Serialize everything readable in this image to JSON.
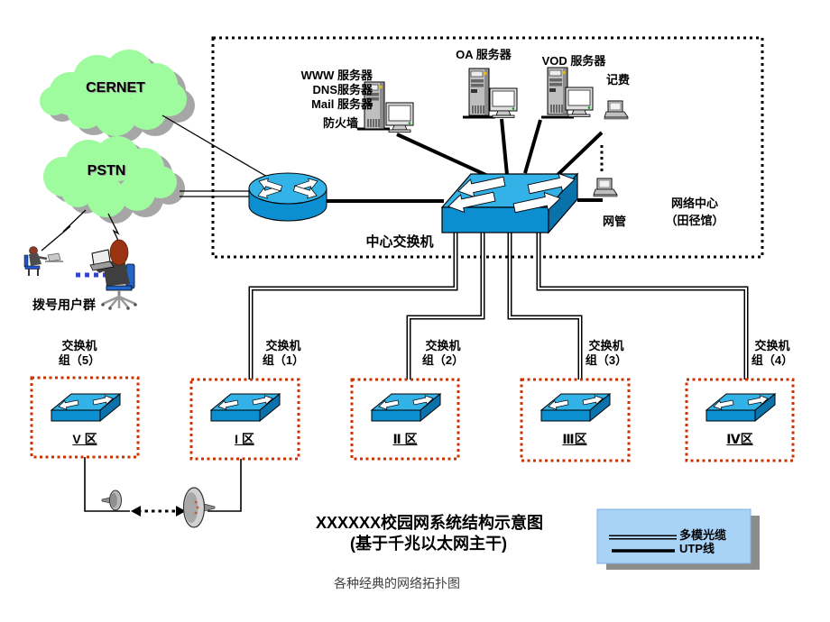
{
  "clouds": {
    "cernet": "CERNET",
    "pstn": "PSTN"
  },
  "center": {
    "www": "WWW 服务器",
    "dns": "DNS服务器",
    "mail": "Mail 服务器",
    "firewall": "防火墙",
    "oa": "OA 服务器",
    "vod": "VOD 服务器",
    "billing": "记费",
    "netmgmt": "网管",
    "core_switch": "中心交换机",
    "name_line1": "网络中心",
    "name_line2": "（田径馆）"
  },
  "dialup": {
    "label": "拨号用户群"
  },
  "groups": [
    {
      "line1": "交换机",
      "line2": "组（5）",
      "zone": "V 区"
    },
    {
      "line1": "交换机",
      "line2": "组（1）",
      "zone": "I 区"
    },
    {
      "line1": "交换机",
      "line2": "组（2）",
      "zone": "Ⅱ 区"
    },
    {
      "line1": "交换机",
      "line2": "组（3）",
      "zone": "Ⅲ区"
    },
    {
      "line1": "交换机",
      "line2": "组（4）",
      "zone": "Ⅳ区"
    }
  ],
  "title": {
    "line1": "XXXXXX校园网系统结构示意图",
    "line2": "(基于千兆以太网主干)",
    "caption": "各种经典的网络拓扑图"
  },
  "legend": {
    "fiber": "多模光缆",
    "utp": "UTP线"
  },
  "colors": {
    "device_blue": "#0B8FD0",
    "device_blue_top": "#33B2E8",
    "device_blue_dark": "#0A72AA",
    "cloud_green": "#9EFB9E",
    "shadow_gray": "#A6A6A6",
    "legend_blue": "#A8D2F6",
    "zone_box_red": "#CC3300",
    "dotted_blue": "#3344CC"
  }
}
